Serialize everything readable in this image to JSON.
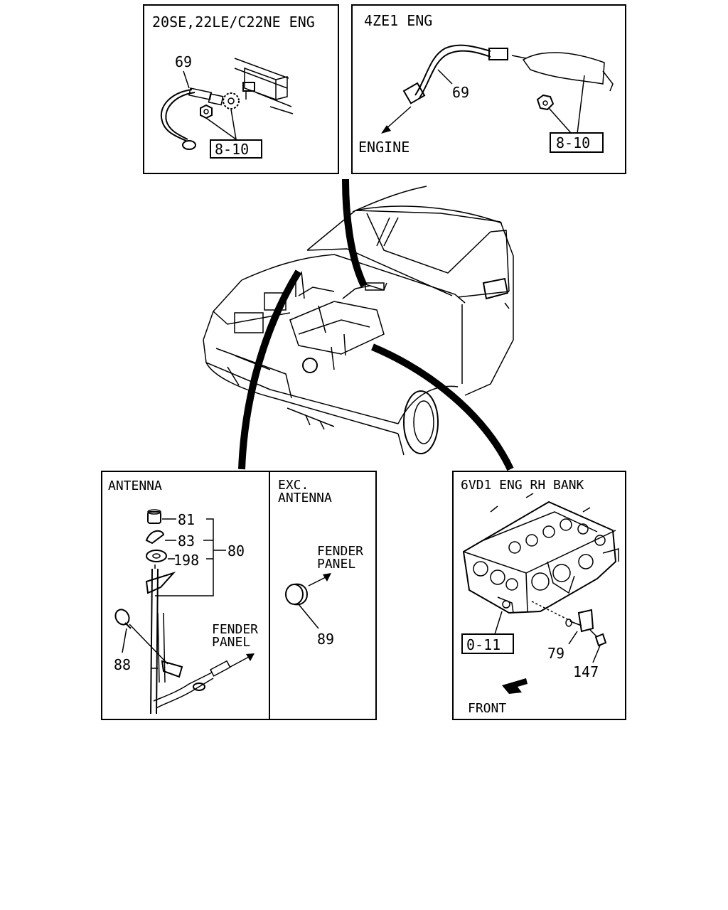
{
  "panels": {
    "eng_20se": {
      "title": "20SE,22LE/C22NE ENG",
      "callouts": {
        "cable": "69",
        "fasteners": "8-10"
      }
    },
    "eng_4ze1": {
      "title": "4ZE1 ENG",
      "callouts": {
        "cable": "69",
        "fasteners": "8-10"
      },
      "direction_label": "ENGINE"
    },
    "antenna": {
      "title": "ANTENNA",
      "callouts": {
        "nut": "81",
        "washer": "83",
        "seal": "198",
        "assembly": "80",
        "bolt": "88"
      },
      "direction_label": {
        "line1": "FENDER",
        "line2": "PANEL"
      }
    },
    "exc_antenna": {
      "title": {
        "line1": "EXC.",
        "line2": "ANTENNA"
      },
      "callouts": {
        "plug": "89"
      },
      "direction_label": {
        "line1": "FENDER",
        "line2": "PANEL"
      }
    },
    "eng_6vd1": {
      "title": "6VD1 ENG RH BANK",
      "callouts": {
        "head": "0-11",
        "bracket": "79",
        "bolt": "147"
      },
      "direction_label": "FRONT"
    }
  }
}
